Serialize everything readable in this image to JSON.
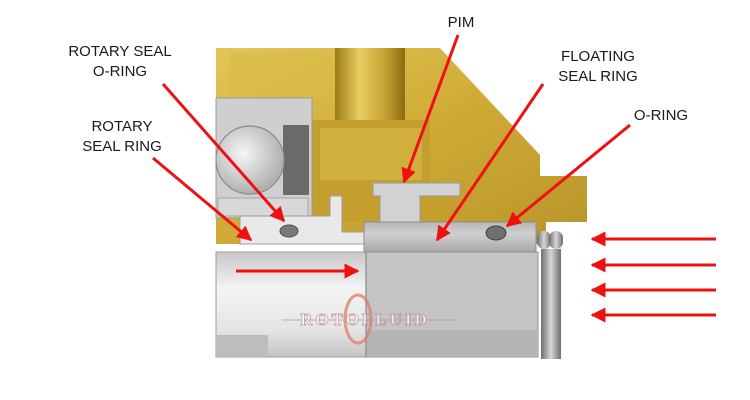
{
  "labels": {
    "rotary_seal_oring": [
      "ROTARY SEAL",
      "O-RING"
    ],
    "rotary_seal_ring": [
      "ROTARY",
      "SEAL RING"
    ],
    "pim": "PIM",
    "floating_seal_ring": [
      "FLOATING",
      "SEAL RING"
    ],
    "oring": "O-RING"
  },
  "watermark": "ROTOFLUID",
  "colors": {
    "housing": "#d4b13e",
    "housing_dark": "#a8861c",
    "housing_light": "#e6cc6a",
    "steel": "#d9d9d9",
    "shaft": "#e2e2e2",
    "floating_ring": "#bdbdbd",
    "arrow": "#ee1111"
  }
}
